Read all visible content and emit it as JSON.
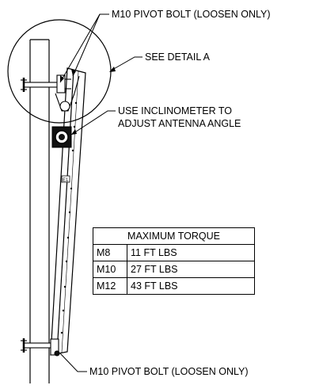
{
  "callouts": {
    "top_pivot": "M10 PIVOT BOLT (LOOSEN ONLY)",
    "detail": "SEE DETAIL A",
    "inclinometer_line1": "USE INCLINOMETER TO",
    "inclinometer_line2": "ADJUST ANTENNA ANGLE",
    "bottom_pivot": "M10 PIVOT BOLT (LOOSEN ONLY)"
  },
  "torque_table": {
    "title": "MAXIMUM TORQUE",
    "rows": [
      {
        "size": "M8",
        "torque": "11 FT LBS"
      },
      {
        "size": "M10",
        "torque": "27 FT LBS"
      },
      {
        "size": "M12",
        "torque": "43 FT LBS"
      }
    ]
  },
  "bracket_label": "E1"
}
